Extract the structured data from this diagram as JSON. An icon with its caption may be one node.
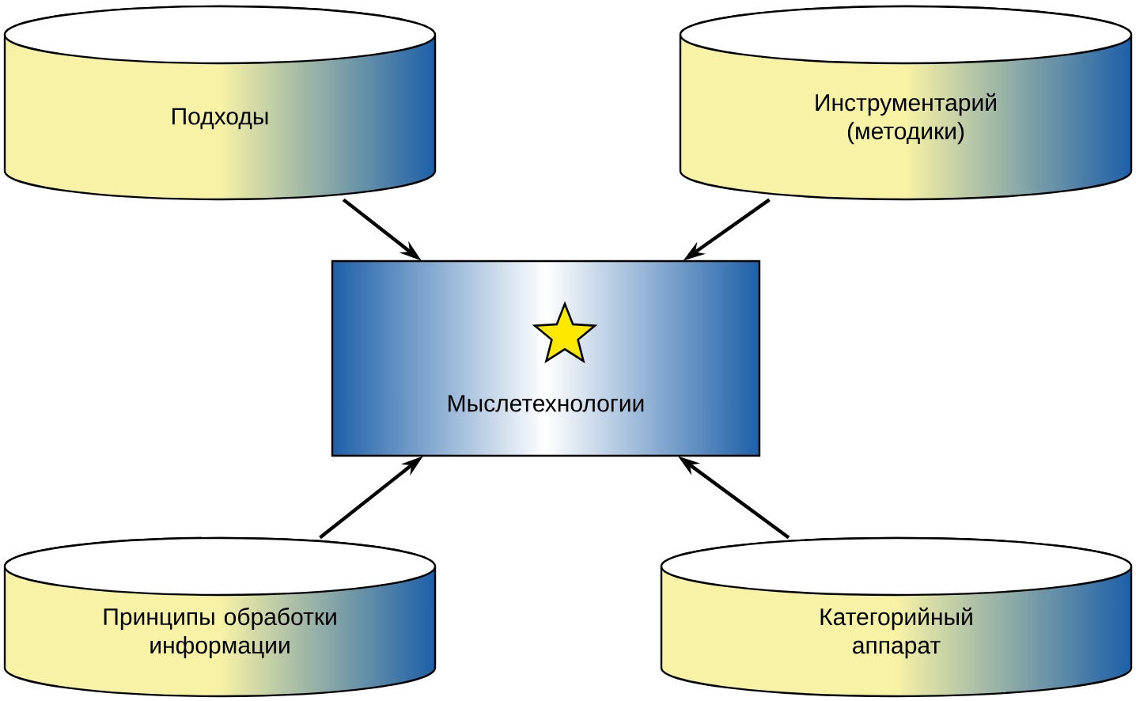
{
  "diagram": {
    "nodes": [
      {
        "text": [
          "Подходы"
        ]
      },
      {
        "text": [
          "Инструментарий (методики)"
        ]
      },
      {
        "text": [
          "Мыслетехнологии"
        ]
      },
      {
        "text": [
          "Принципы обработки информации"
        ]
      },
      {
        "text": [
          "Категорийный аппарат"
        ]
      }
    ],
    "edges": [
      {
        "from": 0,
        "to": 2,
        "arrow": "to"
      },
      {
        "from": 1,
        "to": 2,
        "arrow": "to"
      },
      {
        "from": 3,
        "to": 2,
        "arrow": "to"
      },
      {
        "from": 4,
        "to": 2,
        "arrow": "to"
      }
    ]
  }
}
